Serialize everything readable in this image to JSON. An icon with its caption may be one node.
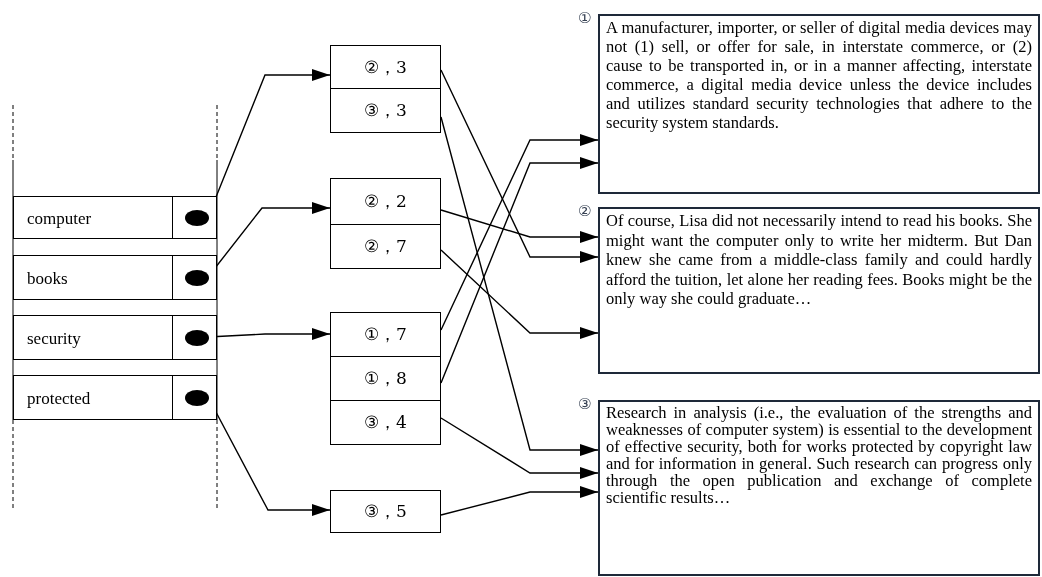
{
  "diagram": {
    "nodes": [
      {
        "text": [
          "computer"
        ]
      },
      {
        "text": [],
        "shape": "circle",
        "in": 0
      },
      {
        "text": [
          "books"
        ]
      },
      {
        "text": [],
        "shape": "circle",
        "in": 2
      },
      {
        "text": [
          "security"
        ]
      },
      {
        "text": [],
        "shape": "circle",
        "in": 4
      },
      {
        "text": [
          "protected"
        ]
      },
      {
        "text": [],
        "shape": "circle",
        "in": 6
      },
      {
        "text": [
          "②，3"
        ]
      },
      {
        "text": [
          "③，3"
        ]
      },
      {
        "text": [
          "②，2"
        ]
      },
      {
        "text": [
          "②，7"
        ]
      },
      {
        "text": [
          "①，7"
        ]
      },
      {
        "text": [
          "①，8"
        ]
      },
      {
        "text": [
          "③，4"
        ]
      },
      {
        "text": [
          "③，5"
        ]
      },
      {
        "text": [
          "A manufacturer, importer, or seller of digital media devices may not (1) sell, or offer for sale, in interstate commerce, or (2) cause to be transported in, or in a manner affecting, interstate commerce, a digital media device unless the device includes and utilizes standard security technologies that adhere to the security system standards."
        ],
        "beside": [
          "①"
        ]
      },
      {
        "text": [
          "Of course, Lisa did not necessarily intend to read his books. She might want the computer only to write her midterm. But Dan knew she came from a middle-class family and could hardly afford the tuition, let alone her reading fees. Books might be the only way she could graduate…"
        ],
        "beside": [
          "②"
        ]
      },
      {
        "text": [
          "Research in analysis (i.e., the evaluation of the strengths and weaknesses of computer system) is essential to the development of effective security, both for works protected by copyright law and for information in general. Such research can progress only through the open publication and exchange of complete scientific results…"
        ],
        "beside": [
          "③"
        ]
      }
    ],
    "edges": [
      {
        "from": 1,
        "to": 8,
        "arrow": "to"
      },
      {
        "from": 3,
        "to": 10,
        "arrow": "to"
      },
      {
        "from": 5,
        "to": 12,
        "arrow": "to"
      },
      {
        "from": 7,
        "to": 15,
        "arrow": "to"
      },
      {
        "from": 8,
        "to": 17,
        "arrow": "to"
      },
      {
        "from": 9,
        "to": 18,
        "arrow": "to"
      },
      {
        "from": 10,
        "to": 17,
        "arrow": "to"
      },
      {
        "from": 11,
        "to": 17,
        "arrow": "to"
      },
      {
        "from": 12,
        "to": 16,
        "arrow": "to"
      },
      {
        "from": 13,
        "to": 16,
        "arrow": "to"
      },
      {
        "from": 14,
        "to": 18,
        "arrow": "to"
      },
      {
        "from": 15,
        "to": 18,
        "arrow": "to"
      }
    ]
  }
}
